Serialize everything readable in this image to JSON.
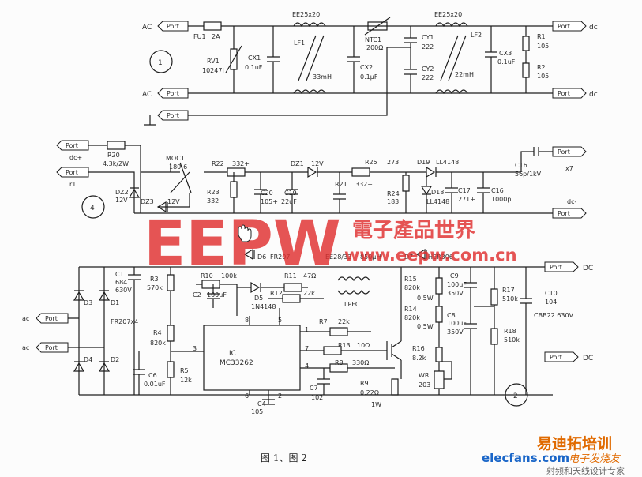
{
  "caption": "图 1、图 2",
  "port_label": "Port",
  "watermark": {
    "logo": "EEPW",
    "cn": "電子產品世界",
    "url": "www.eepw.com.cn",
    "color": "#e03030"
  },
  "brand": {
    "logo": "elecfans.com",
    "tagline": "电子发烧友",
    "training": "易迪拓培训",
    "training_sub": "射频和天线设计专家",
    "logo_color": "#1a66c8",
    "tagline_color": "#e06a00"
  },
  "circuit1": {
    "id": "1",
    "inputs": [
      {
        "label": "AC"
      },
      {
        "label": "AC"
      }
    ],
    "fuse": {
      "ref": "FU1",
      "value": "2A"
    },
    "varistor": {
      "ref": "RV1",
      "value": "10247I"
    },
    "cx1": {
      "ref": "CX1",
      "value": "0.1uF"
    },
    "lf1": {
      "core": "EE25x20",
      "ref": "LF1",
      "value": "33mH"
    },
    "ntc": {
      "ref": "NTC1",
      "value": "200Ω"
    },
    "cx2": {
      "ref": "CX2",
      "value": "0.1μF"
    },
    "cy1": {
      "ref": "CY1",
      "value": "222"
    },
    "cy2": {
      "ref": "CY2",
      "value": "222"
    },
    "lf2": {
      "core": "EE25x20",
      "ref": "LF2",
      "value": "22mH"
    },
    "cx3": {
      "ref": "CX3",
      "value": "0.1uF"
    },
    "r1": {
      "ref": "R1",
      "value": "105"
    },
    "r2": {
      "ref": "R2",
      "value": "105"
    },
    "outputs": [
      {
        "label": "dc"
      },
      {
        "label": "dc"
      }
    ]
  },
  "circuit4": {
    "id": "4",
    "inputs": [
      {
        "label": "dc+"
      },
      {
        "label": "r1"
      }
    ],
    "r20": {
      "ref": "R20",
      "value": "4.3k/2W"
    },
    "moc": {
      "ref": "MOC1",
      "value": "180-6"
    },
    "dz2": {
      "ref": "DZ2",
      "value": "12V"
    },
    "dz3": {
      "ref": "DZ3",
      "value": "12V"
    },
    "r22": {
      "ref": "R22",
      "value": "332+"
    },
    "r23": {
      "ref": "R23",
      "value": "332"
    },
    "c20": {
      "ref": "C20",
      "value": "105+"
    },
    "dz1": {
      "ref": "DZ1",
      "value": "12V"
    },
    "c19": {
      "ref": "C19",
      "value": "22uF"
    },
    "r21": {
      "ref": "R21",
      "value": "332+"
    },
    "r25": {
      "ref": "R25",
      "value": "273"
    },
    "r24": {
      "ref": "R24",
      "value": "183"
    },
    "d19": {
      "ref": "D19",
      "value": "LL4148"
    },
    "d18": {
      "ref": "D18",
      "value": "LL4148"
    },
    "c17": {
      "ref": "C17",
      "value": "271+"
    },
    "c16": {
      "ref": "C16",
      "value": "1000p"
    },
    "c15": {
      "ref": "C16",
      "value": "56p/1kV"
    },
    "out_top": "x7",
    "out_bot": "dc-"
  },
  "circuit2": {
    "id": "2",
    "inputs": [
      {
        "label": "ac"
      },
      {
        "label": "ac"
      }
    ],
    "bridge": {
      "d1": "D1",
      "d2": "D2",
      "d3": "D3",
      "d4": "D4",
      "type": "FR207x4"
    },
    "c1": {
      "ref": "C1",
      "value": "684",
      "v": "630V"
    },
    "r3": {
      "ref": "R3",
      "value": "570k"
    },
    "r4": {
      "ref": "R4",
      "value": "820k"
    },
    "r5": {
      "ref": "R5",
      "value": "12k"
    },
    "c6": {
      "ref": "C6",
      "value": "0.01uF"
    },
    "r10": {
      "ref": "R10",
      "value": "100k"
    },
    "c2": {
      "ref": "C2",
      "value": "100uF"
    },
    "d5": {
      "ref": "D5",
      "value": "1N4148"
    },
    "r11": {
      "ref": "R11",
      "value": "47Ω"
    },
    "r12": {
      "ref": "R12",
      "value": "22k"
    },
    "d6": {
      "ref": "D6",
      "value": "FR207"
    },
    "lpfc": {
      "core": "EE28/33",
      "value": "850μH",
      "ref": "LPFC"
    },
    "d7": {
      "ref": "D7",
      "value": "HER306"
    },
    "ic": {
      "ref": "IC",
      "value": "MC33262",
      "pins": [
        "8",
        "5",
        "1",
        "7",
        "4",
        "3",
        "6",
        "2"
      ]
    },
    "r7": {
      "ref": "R7",
      "value": "22k"
    },
    "r13": {
      "ref": "R13",
      "value": "10Ω"
    },
    "r8": {
      "ref": "R8",
      "value": "330Ω"
    },
    "r9": {
      "ref": "R9",
      "value": "0.22Ω"
    },
    "r9b": "1W",
    "c4": {
      "ref": "C4",
      "value": "105"
    },
    "c7": {
      "ref": "C7",
      "value": "102"
    },
    "r15": {
      "ref": "R15",
      "value": "820k",
      "w": "0.5W"
    },
    "r14": {
      "ref": "R14",
      "value": "820k",
      "w": "0.5W"
    },
    "r16": {
      "ref": "R16",
      "value": "8.2k"
    },
    "wr": {
      "ref": "WR",
      "value": "203"
    },
    "c9": {
      "ref": "C9",
      "value": "100uF",
      "v": "350V"
    },
    "c8": {
      "ref": "C8",
      "value": "100uF",
      "v": "350V"
    },
    "r17": {
      "ref": "R17",
      "value": "510k"
    },
    "r18": {
      "ref": "R18",
      "value": "510k"
    },
    "c10": {
      "ref": "C10",
      "value": "104",
      "v": "CBB22.630V"
    },
    "outputs": [
      {
        "label": "DC"
      },
      {
        "label": "DC"
      }
    ]
  }
}
